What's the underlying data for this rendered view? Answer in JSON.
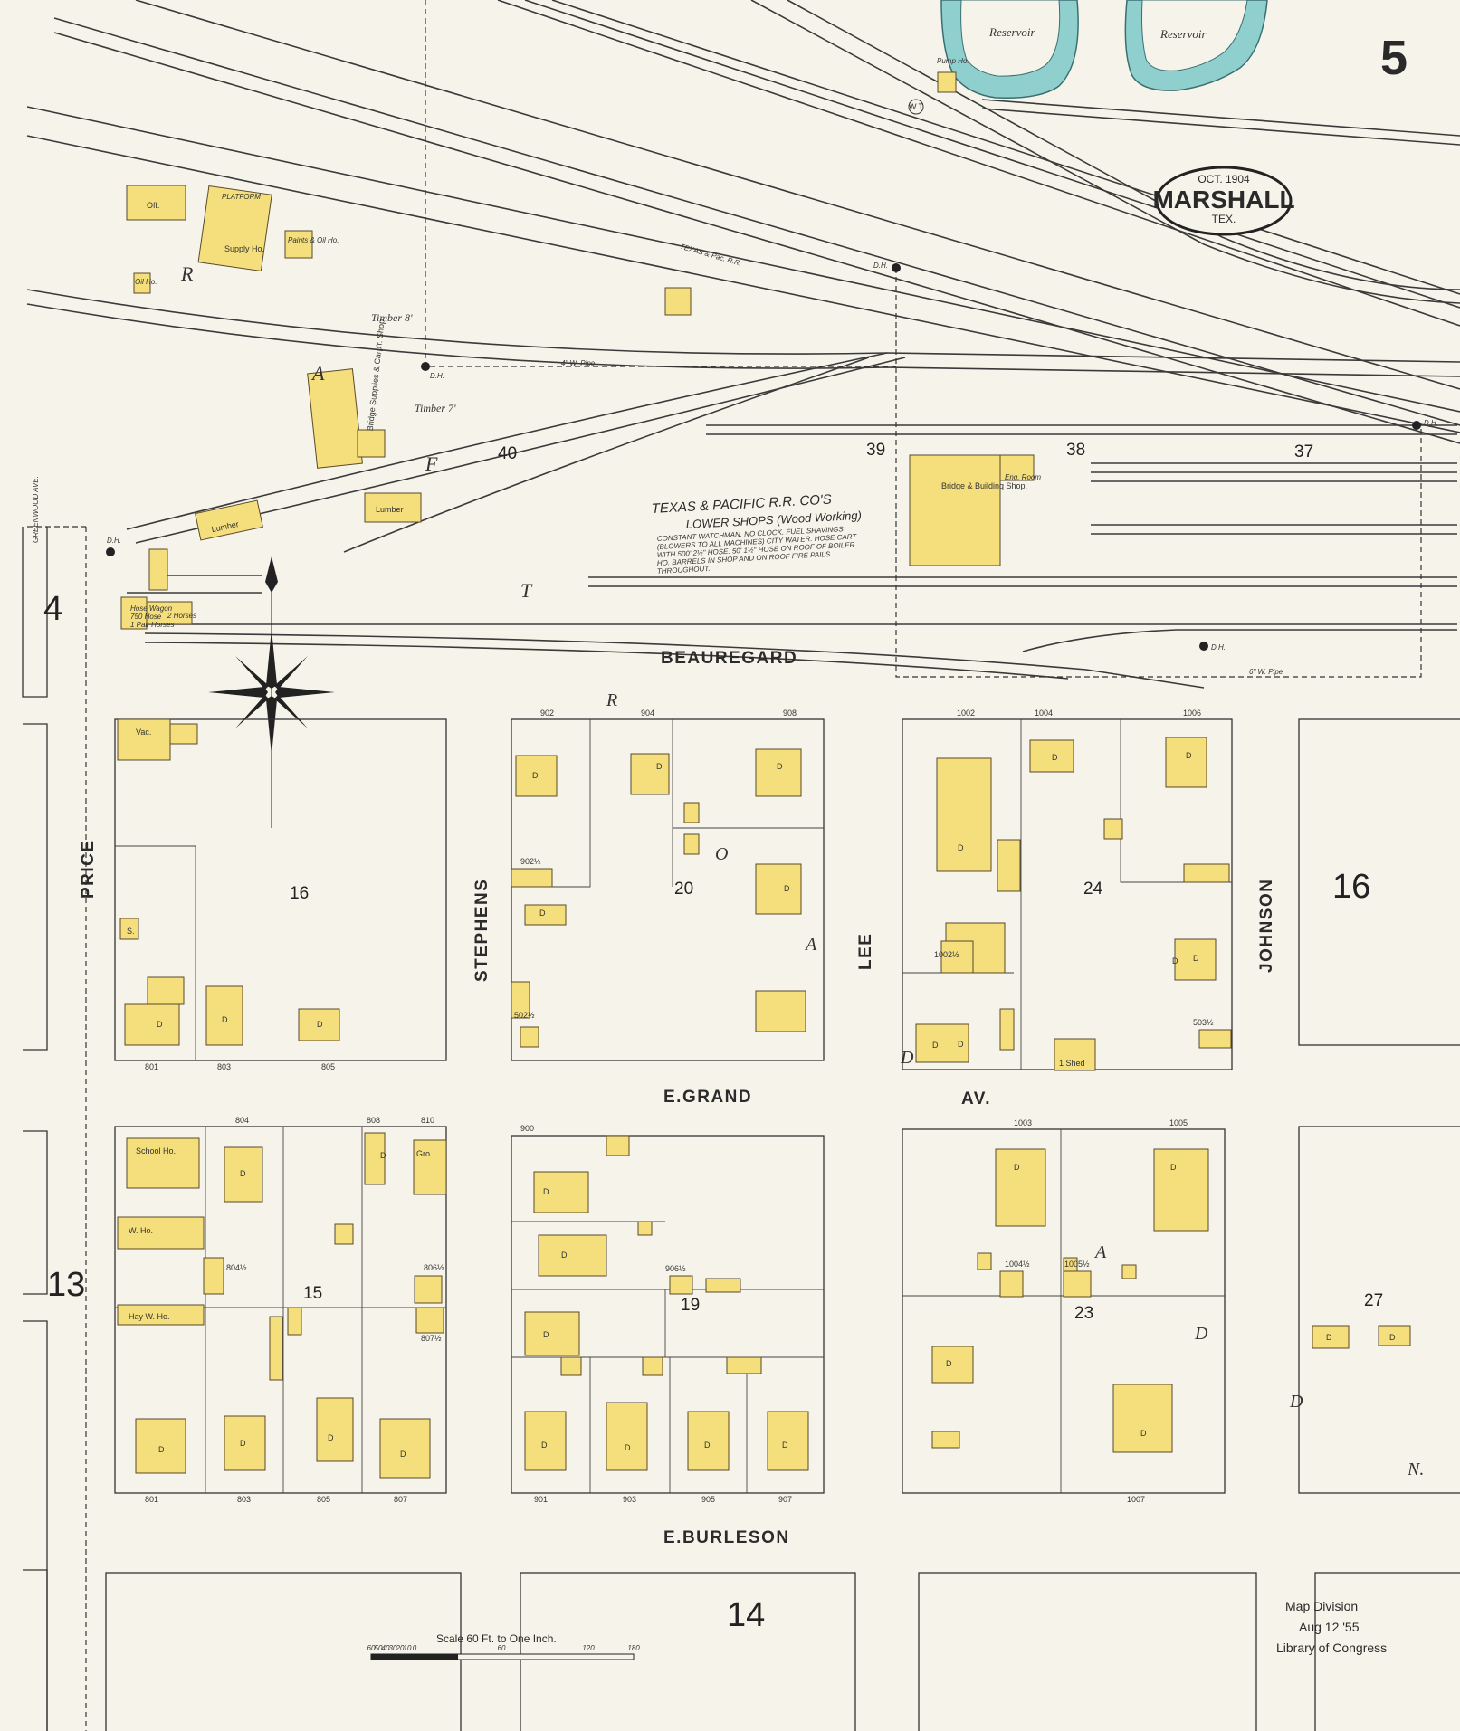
{
  "sheet": {
    "page_number": "5",
    "title_date": "OCT. 1904",
    "title_city": "MARSHALL",
    "title_state": "TEX.",
    "stamp_line1": "Map Division",
    "stamp_line2": "Aug 12 '55",
    "stamp_line3": "Library of Congress",
    "scale_text": "Scale 60 Ft. to One Inch.",
    "scale_ticks": [
      "60",
      "50",
      "40",
      "30",
      "20",
      "10",
      "0",
      "60",
      "120",
      "180"
    ]
  },
  "streets": {
    "beauregard": "BEAUREGARD",
    "grand": "E.GRAND",
    "av": "AV.",
    "burleson": "E.BURLESON",
    "price": "PRICE",
    "stephens": "STEPHENS",
    "lee": "LEE",
    "johnson": "JOHNSON",
    "greenwood": "GREENWOOD AVE."
  },
  "railroad": {
    "name": "TEXAS & Pac. R.R.",
    "company_line1": "TEXAS & PACIFIC R.R. CO'S",
    "company_line2": "LOWER SHOPS (Wood Working)",
    "company_note1": "CONSTANT WATCHMAN. NO CLOCK. FUEL SHAVINGS",
    "company_note2": "(BLOWERS TO ALL MACHINES) CITY WATER. HOSE CART",
    "company_note3": "WITH 500' 2½\" HOSE. 50' 1½\" HOSE ON ROOF OF BOILER",
    "company_note4": "HO. BARRELS IN SHOP AND ON ROOF FIRE PAILS",
    "company_note5": "THROUGHOUT.",
    "big_letters": [
      "R",
      "A",
      "F",
      "T"
    ],
    "big_letters_2": [
      "R",
      "O",
      "A",
      "D"
    ],
    "big_letters_3": [
      "A",
      "D",
      "D",
      "N."
    ]
  },
  "structures": {
    "off": "Off.",
    "platform": "PLATFORM",
    "supply_ho": "Supply Ho.",
    "paints_oil": "Paints & Oil Ho.",
    "oil_ho": "Oil Ho.",
    "bridge_supplies": "Bridge Supplies & Carp'r. Shop",
    "lumber": "Lumber",
    "bridge_shop": "Bridge & Building Shop.",
    "eng_room": "Eng. Room",
    "hose_wagon": "Hose Wagon",
    "hose_detail": "750 Hose",
    "hose_detail2": "1 Pair Horses",
    "horses": "2 Horses",
    "pump": "Pump Ho.",
    "reservoir": "Reservoir",
    "timber8": "Timber 8'",
    "timber7": "Timber 7'",
    "wpipe4": "4\" W. Pipe",
    "wpipe6": "6\" W. Pipe",
    "dh": "D.H.",
    "wt": "W.T.",
    "vac": "Vac.",
    "school": "School Ho.",
    "wareho": "W. Ho.",
    "hay": "Hay W. Ho.",
    "gro": "Gro.",
    "shed": "1 Shed",
    "s": "S.",
    "dwelling": "D"
  },
  "blocks": {
    "b16": "16",
    "b20": "20",
    "b24": "24",
    "b15": "15",
    "b19": "19",
    "b23": "23",
    "b27": "27",
    "b40": "40",
    "b39": "39",
    "b38": "38",
    "b37": "37",
    "sheet4": "4",
    "sheet13": "13",
    "sheet14": "14",
    "sheet16": "16"
  },
  "addresses": {
    "a902": "902",
    "a904": "904",
    "a908": "908",
    "a9025": "902½",
    "a1002": "1002",
    "a1004": "1004",
    "a1006": "1006",
    "a801": "801",
    "a803": "803",
    "a805": "805",
    "a807": "807",
    "a804": "804",
    "a808": "808",
    "a810": "810",
    "a8045": "804½",
    "a8065": "806½",
    "a8075": "807½",
    "a900": "900",
    "a9065": "906½",
    "a901": "901",
    "a903": "903",
    "a905": "905",
    "a907": "907",
    "a1003": "1003",
    "a1005": "1005",
    "a10045": "1004½",
    "a10055": "1005½",
    "a1007": "1007",
    "a10025": "1002½",
    "a5035": "503½",
    "a5025": "502½"
  },
  "colors": {
    "paper": "#f6f4ea",
    "building": "#f4df7c",
    "water": "#8fd0cf",
    "ink": "#2b2b2b"
  }
}
